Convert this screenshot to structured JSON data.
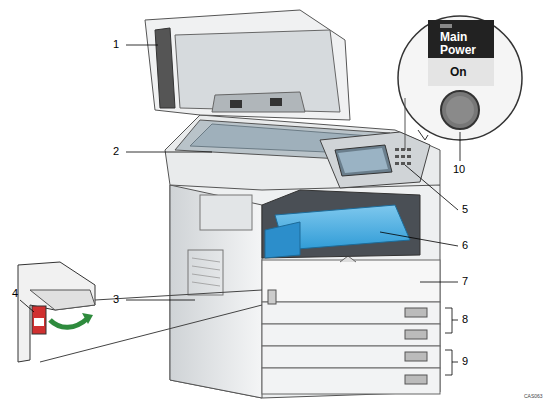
{
  "diagram": {
    "labels": [
      "1",
      "2",
      "3",
      "4",
      "5",
      "6",
      "7",
      "8",
      "9",
      "10",
      "Main Power",
      "On",
      "CAS063"
    ]
  }
}
